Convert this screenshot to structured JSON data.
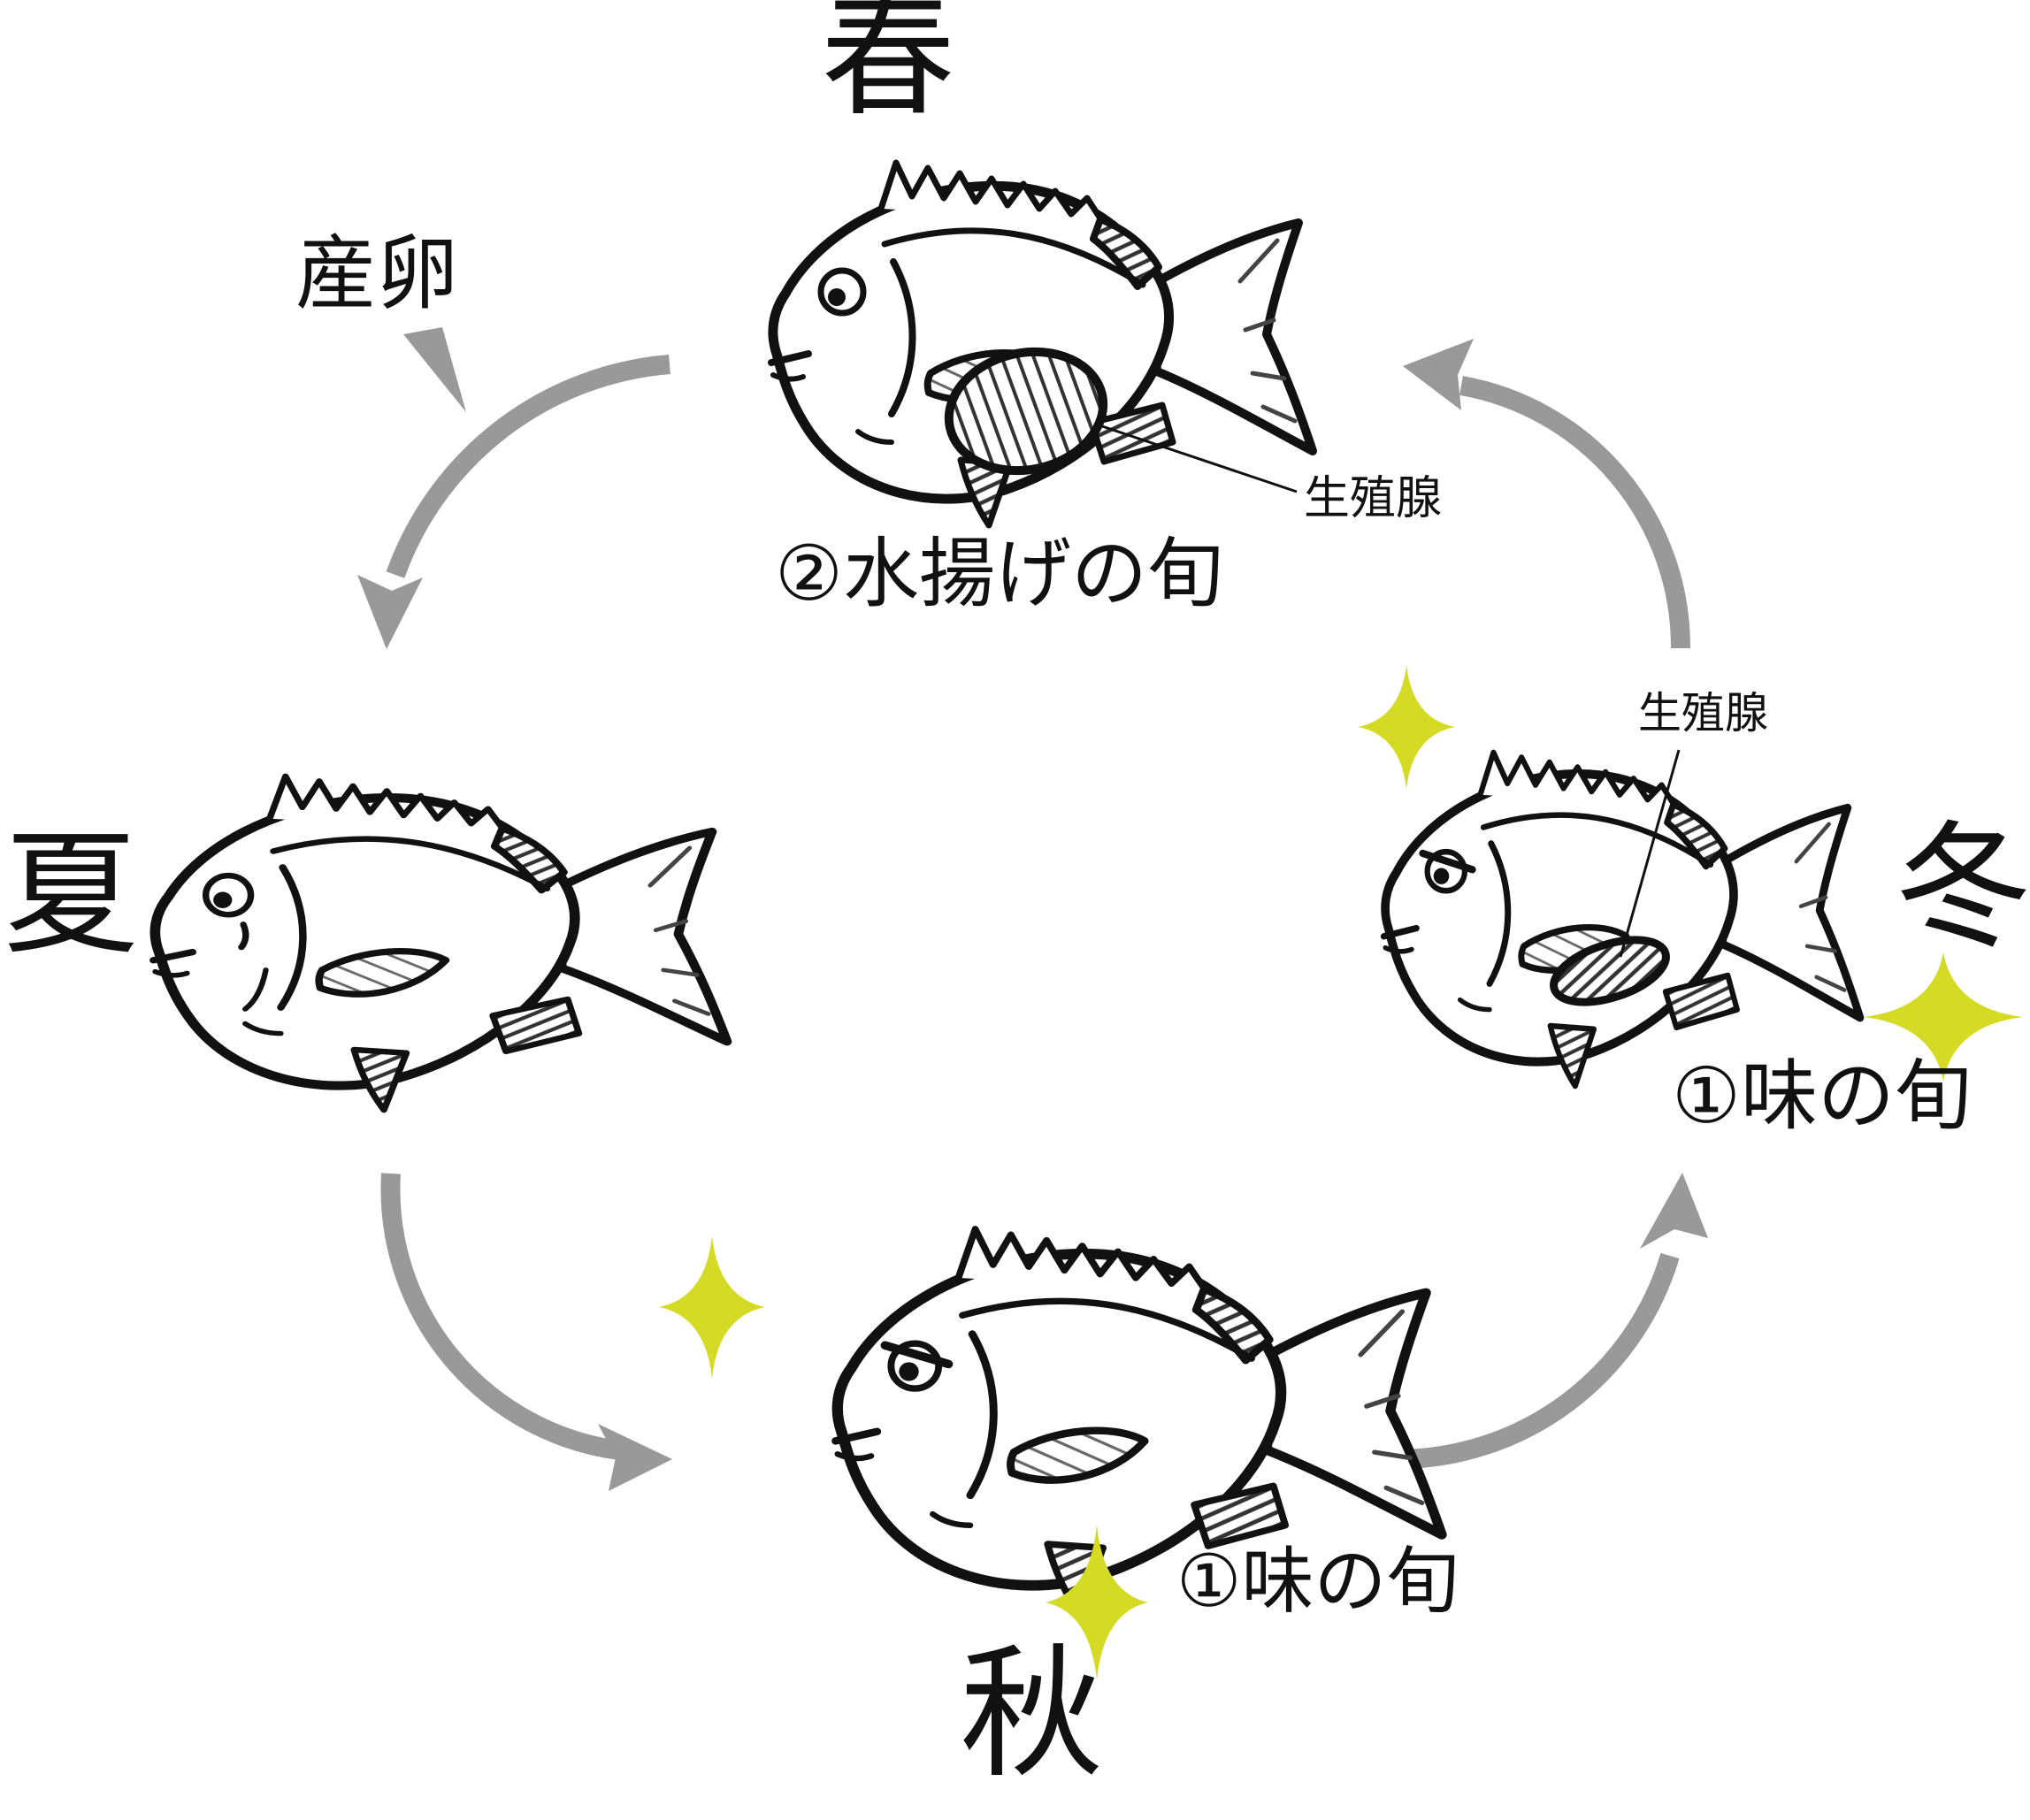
{
  "diagram": {
    "type": "seasonal-cycle-illustration",
    "direction": "spring → summer → autumn → winter → spring"
  },
  "seasons": {
    "spring": {
      "name": "春",
      "caption": "②水揚げの旬",
      "gonad_label": "生殖腺"
    },
    "summer": {
      "name": "夏"
    },
    "autumn": {
      "name": "秋",
      "caption": "①味の旬"
    },
    "winter": {
      "name": "冬",
      "caption": "①味の旬",
      "gonad_label": "生殖腺"
    }
  },
  "annotations": {
    "spawning": "産卵"
  },
  "icons": {
    "sparkle": "four-point-star",
    "arrow": "curved-cycle-arrow",
    "pointer_wedge": "callout-wedge"
  },
  "colors": {
    "arrow_gray": "#999999",
    "sparkle_yellow": "#d5db25",
    "ink_black": "#111111",
    "background": "#ffffff"
  }
}
